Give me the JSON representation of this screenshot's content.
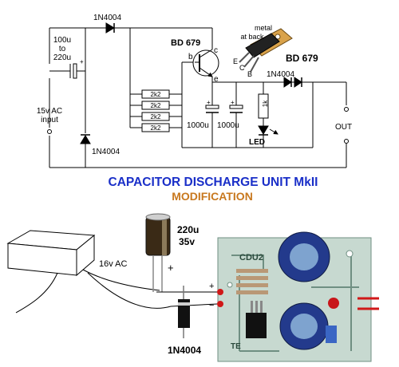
{
  "schematic": {
    "input_cap_value_1": "100u",
    "input_cap_value_2": "to",
    "input_cap_value_3": "220u",
    "ac_input_1": "15v AC",
    "ac_input_2": "input",
    "diode_top": "1N4004",
    "diode_left": "1N4004",
    "diode_right": "1N4004",
    "transistor_name": "BD 679",
    "pin_b": "b",
    "pin_c": "c",
    "pin_e": "e",
    "resistors": [
      "2k2",
      "2k2",
      "2k2",
      "2k2"
    ],
    "cap_1": "1000u",
    "cap_2": "1000u",
    "resistor_1k": "1k",
    "led_label": "LED",
    "out_label": "OUT",
    "pkg_note_1": "metal",
    "pkg_note_2": "at back",
    "pkg_name": "BD 679",
    "pkg_pins": [
      "E",
      "C",
      "B"
    ]
  },
  "heading": {
    "title": "CAPACITOR DISCHARGE UNIT MkII",
    "subtitle": "MODIFICATION",
    "title_color": "#1a2fc8",
    "subtitle_color": "#c8781e"
  },
  "photo": {
    "supply_label": "16v AC",
    "cap_value": "220u",
    "cap_voltage": "35v",
    "plus_sign": "+",
    "minus_sign": "−",
    "diode_label": "1N4004",
    "board_label": "CDU2",
    "board_corner_label": "TE"
  }
}
